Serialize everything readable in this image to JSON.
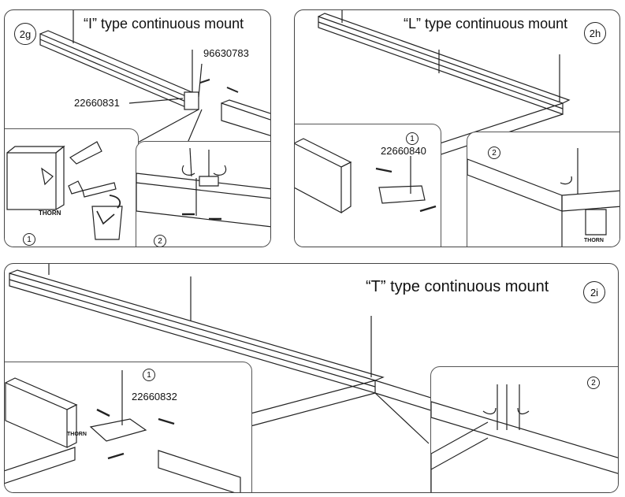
{
  "panels": {
    "i_type": {
      "badge": "2g",
      "title": "“I” type continuous mount",
      "part_numbers": [
        "96630783",
        "22660831"
      ],
      "steps": [
        "1",
        "2"
      ],
      "brand_label": "THORN"
    },
    "l_type": {
      "badge": "2h",
      "title": "“L” type continuous mount",
      "part_numbers": [
        "22660840"
      ],
      "steps": [
        "1",
        "2"
      ],
      "brand_label": "THORN"
    },
    "t_type": {
      "badge": "2i",
      "title": "“T” type continuous mount",
      "part_numbers": [
        "22660832"
      ],
      "steps": [
        "1",
        "2"
      ],
      "brand_label": "THORN"
    }
  },
  "colors": {
    "line": "#222222",
    "border": "#444444",
    "background": "#ffffff"
  }
}
